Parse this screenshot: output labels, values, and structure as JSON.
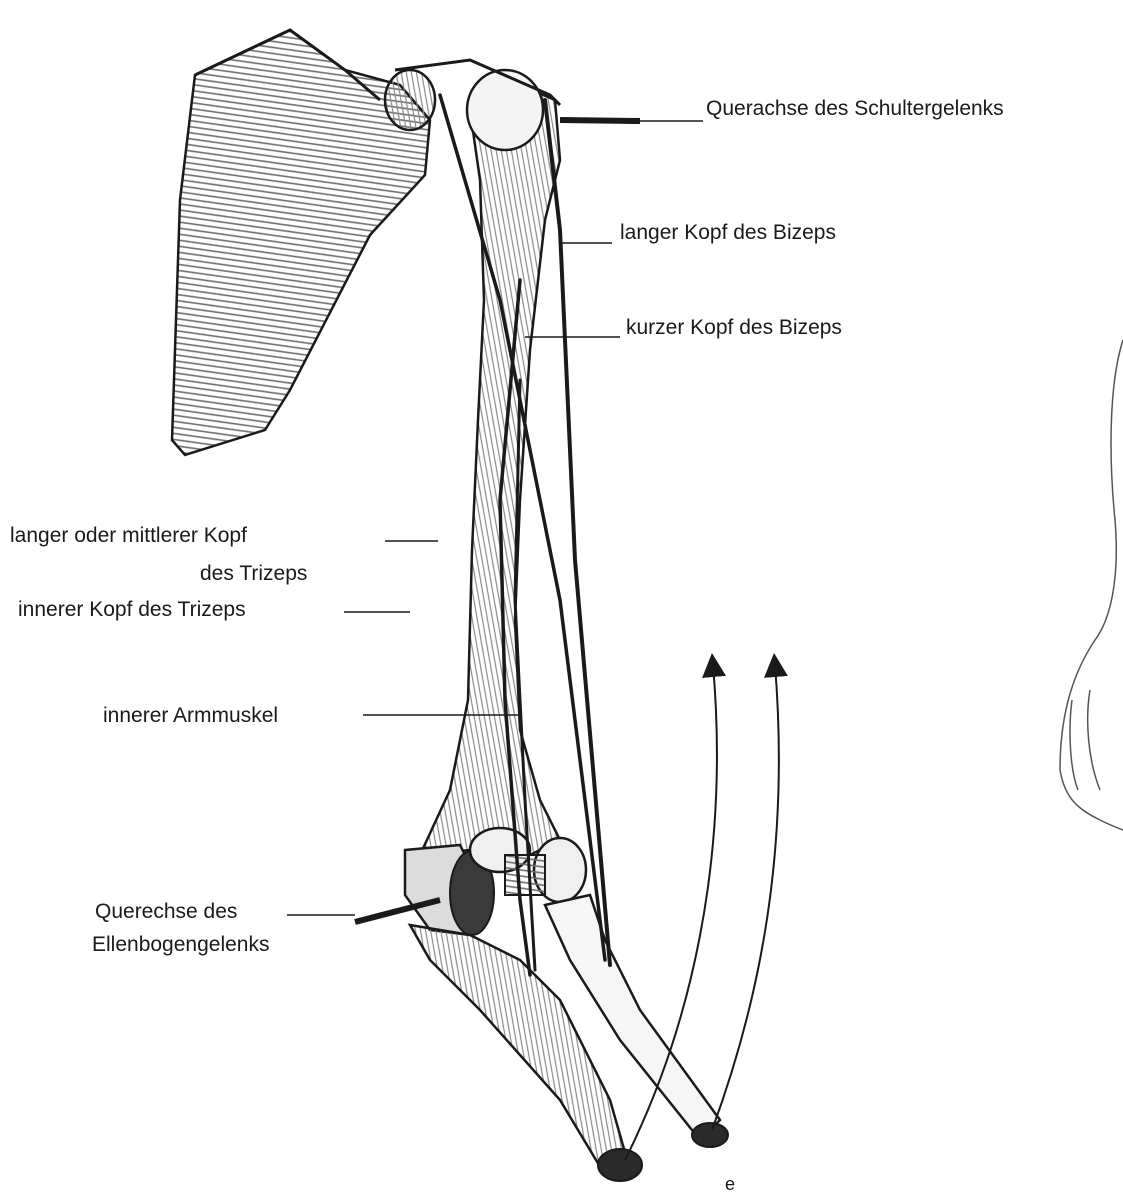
{
  "labels": {
    "shoulder_axis": "Querachse des Schultergelenks",
    "biceps_long": "langer Kopf des Bizeps",
    "biceps_short": "kurzer Kopf des Bizeps",
    "triceps_long_line1": "langer oder mittlerer Kopf",
    "triceps_long_line2": "des Trizeps",
    "triceps_inner": "innerer Kopf des Trizeps",
    "brachialis": "innerer Armmuskel",
    "elbow_axis_line1": "Querechse des",
    "elbow_axis_line2": "Ellenbogengelenks",
    "corner_letter": "e"
  },
  "colors": {
    "ink": "#1a1a1a",
    "hatch": "#7a7a7a",
    "bone_fill": "#e6e6e6"
  }
}
